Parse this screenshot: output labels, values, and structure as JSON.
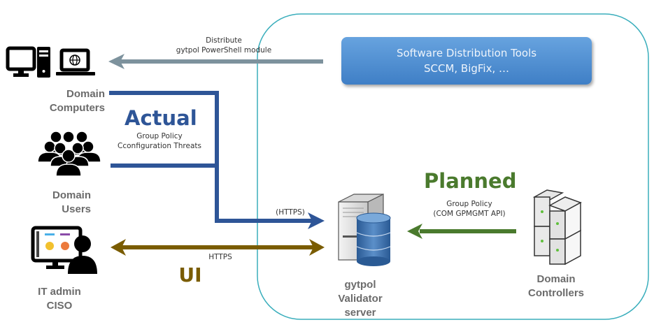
{
  "diagram": {
    "nodes": {
      "domain_computers": {
        "label_line1": "Domain",
        "label_line2": "Computers",
        "icons": [
          "desktop-computer-icon",
          "laptop-globe-icon"
        ]
      },
      "domain_users": {
        "label_line1": "Domain",
        "label_line2": "Users",
        "icon": "user-group-icon"
      },
      "it_admin": {
        "label_line1": "IT admin",
        "label_line2": "CISO",
        "icon": "admin-monitor-icon"
      },
      "software_distribution": {
        "line1": "Software Distribution Tools",
        "line2": "SCCM, BigFix, …"
      },
      "validator_server": {
        "label_line1": "gytpol",
        "label_line2": "Validator",
        "label_line3": "server",
        "icon": "database-server-icon"
      },
      "domain_controllers": {
        "label_line1": "Domain",
        "label_line2": "Controllers",
        "icon": "server-cluster-icon"
      }
    },
    "edges": {
      "distribute": {
        "line1": "Distribute",
        "line2": "gytpol PowerShell module",
        "color": "#7d929d"
      },
      "actual": {
        "title": "Actual",
        "line1": "Group Policy",
        "line2": "Cconfiguration Threats",
        "protocol": "(HTTPS)",
        "color": "#2e5597"
      },
      "planned": {
        "title": "Planned",
        "line1": "Group Policy",
        "line2": "(COM GPMGMT API)",
        "color": "#4a7a2d"
      },
      "ui": {
        "title": "UI",
        "protocol": "HTTPS",
        "color": "#7a5c00"
      }
    },
    "boundary_color": "#3aaebc"
  }
}
